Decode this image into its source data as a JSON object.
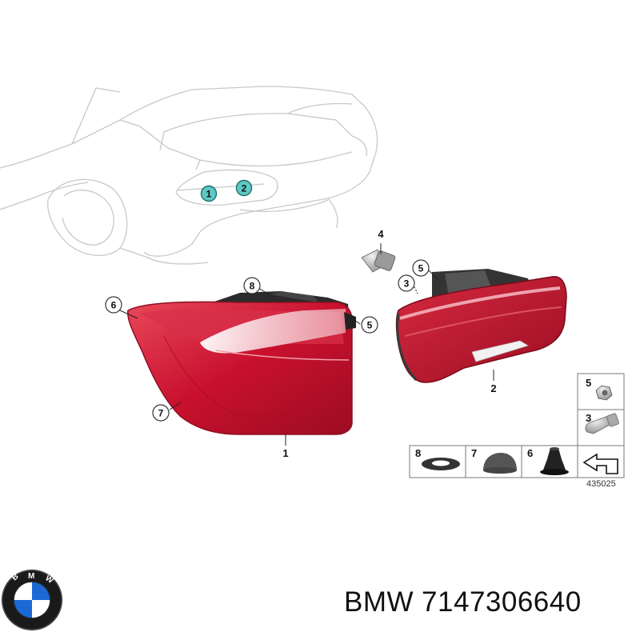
{
  "diagram": {
    "callouts_car": [
      "1",
      "2"
    ],
    "callouts": {
      "lamp_outer": "1",
      "lamp_inner": "2",
      "nut": "3",
      "bulb_socket": "4",
      "clip_a": "5",
      "clip_b": "5",
      "grommet": "6",
      "cap": "7",
      "gasket": "8"
    },
    "parts_table": {
      "side": [
        "5",
        "3"
      ],
      "bottom": [
        "8",
        "7",
        "6"
      ]
    },
    "diagram_number": "435025"
  },
  "footer": {
    "brand": "BMW",
    "part_number": "7147306640"
  },
  "colors": {
    "lamp_red": "#c8102e",
    "lamp_dark": "#8e0f22",
    "teal": "#5ec8c4",
    "bmw_blue": "#1c69d4"
  }
}
